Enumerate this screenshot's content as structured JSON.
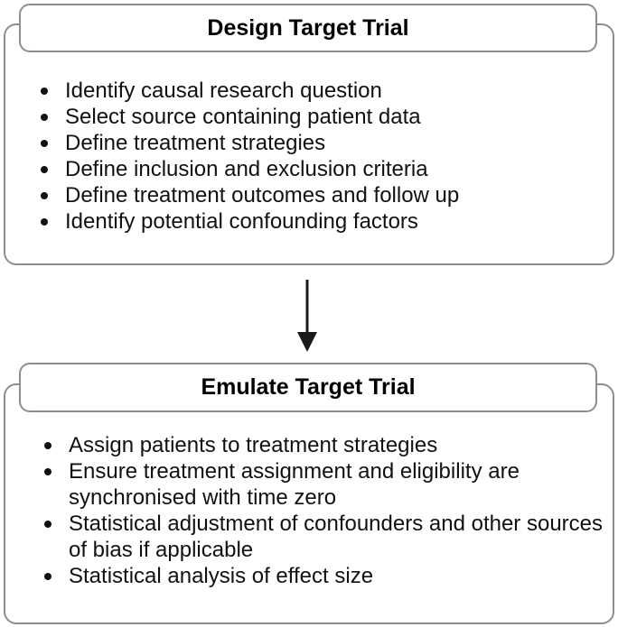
{
  "design": {
    "title": "Design Target Trial",
    "items": [
      "Identify causal research question",
      "Select source containing patient data",
      "Define treatment strategies",
      "Define inclusion and exclusion criteria",
      "Define treatment outcomes and follow up",
      "Identify potential confounding factors"
    ]
  },
  "emulate": {
    "title": "Emulate Target Trial",
    "items": [
      "Assign patients to treatment strategies",
      "Ensure treatment assignment and eligibility are synchronised with time zero",
      "Statistical adjustment of confounders and other sources of bias if applicable",
      "Statistical analysis of effect size"
    ]
  },
  "colors": {
    "border": "#8e8e8e",
    "text": "#111111",
    "arrow": "#1a1a1a"
  }
}
